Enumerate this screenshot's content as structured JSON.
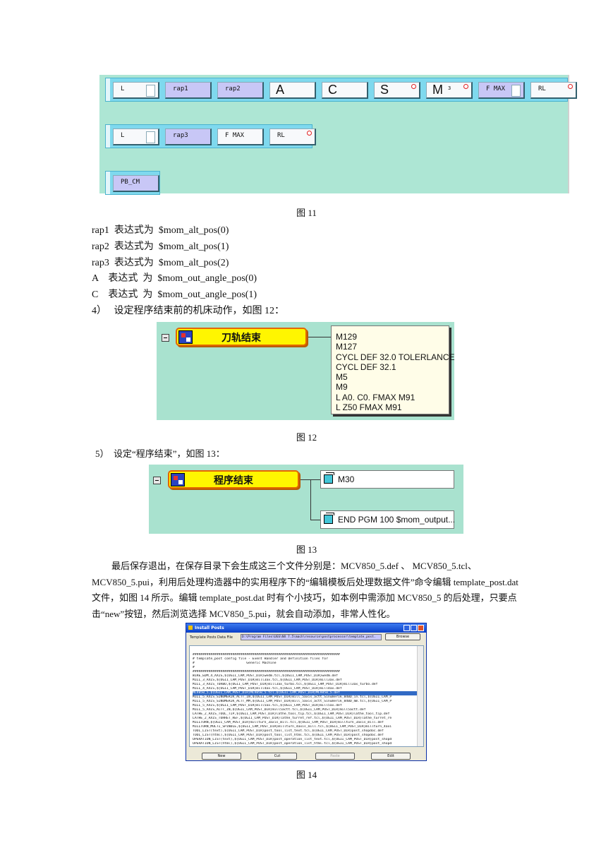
{
  "fig11": {
    "row1": [
      {
        "label": "L",
        "style": "tail"
      },
      {
        "label": "rap1",
        "style": "blue"
      },
      {
        "label": "rap2",
        "style": "blue"
      },
      {
        "label": "A",
        "style": "big"
      },
      {
        "label": "C",
        "style": "big"
      },
      {
        "label": "S",
        "style": "big-dot"
      },
      {
        "label": "M",
        "sup": "3",
        "style": "big-dot"
      },
      {
        "label": "F MAX",
        "style": "blue-tail"
      },
      {
        "label": "RL",
        "style": "dot"
      }
    ],
    "row2": [
      {
        "label": "L",
        "style": "tail"
      },
      {
        "label": "rap3",
        "style": "blue"
      },
      {
        "label": "F MAX",
        "style": "plain"
      },
      {
        "label": "RL",
        "style": "dot"
      }
    ],
    "row3": [
      {
        "label": "PB_CM",
        "style": "blue"
      }
    ],
    "caption": "图 11"
  },
  "expressions": [
    "rap1  表达式为  $mom_alt_pos(0)",
    "rap2  表达式为  $mom_alt_pos(1)",
    "rap3  表达式为  $mom_alt_pos(2)",
    "A    表达式  为  $mom_out_angle_pos(0)",
    "C    表达式  为  $mom_out_angle_pos(1)",
    "4）   设定程序结束前的机床动作，如图 12："
  ],
  "fig12": {
    "node_label": "刀轨结束",
    "code_lines": [
      "M129",
      "M127",
      "CYCL DEF 32.0 TOLERLANCE",
      "CYCL DEF 32.1",
      "M5",
      "M9",
      "L A0. C0. FMAX M91",
      "L Z50 FMAX M91"
    ],
    "caption": "图 12"
  },
  "step5": "5）  设定“程序结束”，如图 13：",
  "fig13": {
    "node_label": "程序结束",
    "ops": [
      "M30",
      "END PGM 100 $mom_output..."
    ],
    "caption": "图 13"
  },
  "paragraph": "最后保存退出，在保存目录下会生成这三个文件分别是：MCV850_5.def 、 MCV850_5.tcl、MCV850_5.pui，利用后处理构造器中的实用程序下的“编辑模板后处理数据文件”命令编辑 template_post.dat 文件，如图 14 所示。编辑 template_post.dat 时有个小技巧，如本例中需添加 MCV850_5 的后处理，只要点击“new”按钮，然后浏览选择 MCV850_5.pui，就会自动添加，非常人性化。",
  "fig14": {
    "window_title": "Install Posts",
    "field_label": "Template Posts Data File",
    "path_value": "D:\\Program Files\\UGS\\NX 7.5\\mach\\resource\\postprocessor\\template_post.",
    "browse": "Browse",
    "lines": [
      "##########################################################################",
      "# template_post config file - Event Handler and Definition files for",
      "#                          Generic Machine",
      "#",
      "##########################################################################",
      "WIRE_EDM_4_AXIS,${UGII_CAM_POST_DIR}wedm.tcl,${UGII_CAM_POST_DIR}wedm.def",
      "MILL_3_AXIS,${UGII_CAM_POST_DIR}mill3ax.tcl,${UGII_CAM_POST_DIR}mill3ax.def",
      "MILL_3_AXIS_TURBO,${UGII_CAM_POST_DIR}mill3ax_turbo.tcl,${UGII_CAM_POST_DIR}mill3ax_turbo.def",
      "MILL_4_AXIS,${UGII_CAM_POST_DIR}mill4ax.tcl,${UGII_CAM_POST_DIR}mill4ax.def",
      "MCV850_5,${UGII_CAM_POST_DIR}MCV850_5.tcl,${UGII_CAM_POST_DIR}MCV850_5.def",
      "MILL_5_AXIS_SINUMERIK_ACTT_IN,${UGII_CAM_POST_DIR}mill_5axis_actt_Sinumerik_840D_in.tcl,${UGII_CAM_P",
      "MILL_5_AXIS_SINUMERIK_ACTT_MM,${UGII_CAM_POST_DIR}mill_5axis_actt_Sinumerik_840D_mm.tcl,${UGII_CAM_P",
      "MILL_5_AXIS,${UGII_CAM_POST_DIR}mill5ax.tcl,${UGII_CAM_POST_DIR}mill5ax.def",
      "MILL_5_AXIS_ACTT_IN,${UGII_CAM_POST_DIR}mill5actt.tcl,${UGII_CAM_POST_DIR}mill5actt.def",
      "LATHE_2_AXIS_TOOL_TIP,${UGII_CAM_POST_DIR}lathe_tool_tip.tcl,${UGII_CAM_POST_DIR}lathe_tool_tip.def",
      "LATHE_2_AXIS_TURRET_REF,${UGII_CAM_POST_DIR}lathe_turret_ref.tcl,${UGII_CAM_POST_DIR}lathe_turret_re",
      "MILLTURN,${UGII_CAM_POST_DIR}millturn_3axis_mill.tcl,${UGII_CAM_POST_DIR}millturn_3axis_mill.def",
      "MILLTURN_MULTI_SPINDLE,${UGII_CAM_POST_DIR}millturn_4axis_mill.tcl,${UGII_CAM_POST_DIR}millturn_4axi",
      "TOOL_LIST(text),${UGII_CAM_POST_DIR}post_tool_list_text.tcl,${UGII_CAM_POST_DIR}post_shopdoc.def",
      "TOOL_LIST(html),${UGII_CAM_POST_DIR}post_tool_list_html.tcl,${UGII_CAM_POST_DIR}post_shopdoc.def",
      "OPERATION_LIST(text),${UGII_CAM_POST_DIR}post_operation_list_text.tcl,${UGII_CAM_POST_DIR}post_shopd",
      "OPERATION_LIST(html),${UGII_CAM_POST_DIR}post_operation_list_html.tcl,${UGII_CAM_POST_DIR}post_shopd"
    ],
    "buttons": [
      "New",
      "Cut",
      "Paste",
      "Edit"
    ],
    "caption": "图 14"
  }
}
